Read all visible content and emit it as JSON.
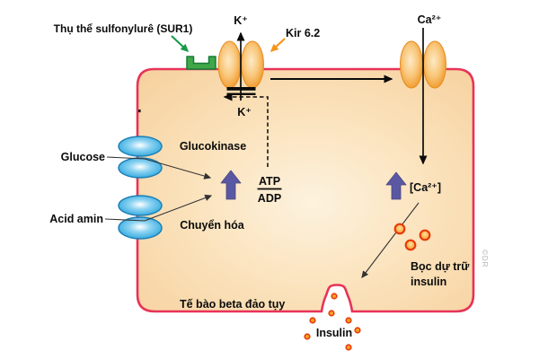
{
  "diagram": {
    "title": "Thụ thể sulfonylurê (SUR1)",
    "channels": {
      "kir_label": "Kir 6.2",
      "k_out_label": "K⁺",
      "k_in_label": "K⁺",
      "ca_out_label": "Ca²⁺"
    },
    "left": {
      "glucose": "Glucose",
      "acid_amin": "Acid amin",
      "glucokinase": "Glucokinase",
      "chuyen_hoa": "Chuyển hóa",
      "atp": "ATP",
      "adp": "ADP"
    },
    "right": {
      "ca_internal": "[Ca²⁺]",
      "vesicle_label_line1": "Bọc dự trữ",
      "vesicle_label_line2": "insulin"
    },
    "bottom": {
      "cell_label": "Tế bào beta đảo tụy",
      "insulin_label": "Insulin"
    },
    "watermark": "©DR",
    "colors": {
      "membrane": "#e73358",
      "cell_fill": "#f8d6a6",
      "channel_orange": "#ef9321",
      "transporter_blue": "#29a5dd",
      "receptor_green": "#3fa748",
      "receptor_green_dark": "#177d37",
      "arrow_purple": "#5b58a3",
      "vesicle_ring": "#e83b0c",
      "vesicle_fill": "#f7941e",
      "green_arrow": "#169a47",
      "orange_arrow": "#f7941d",
      "text": "#0b0b0b"
    }
  }
}
